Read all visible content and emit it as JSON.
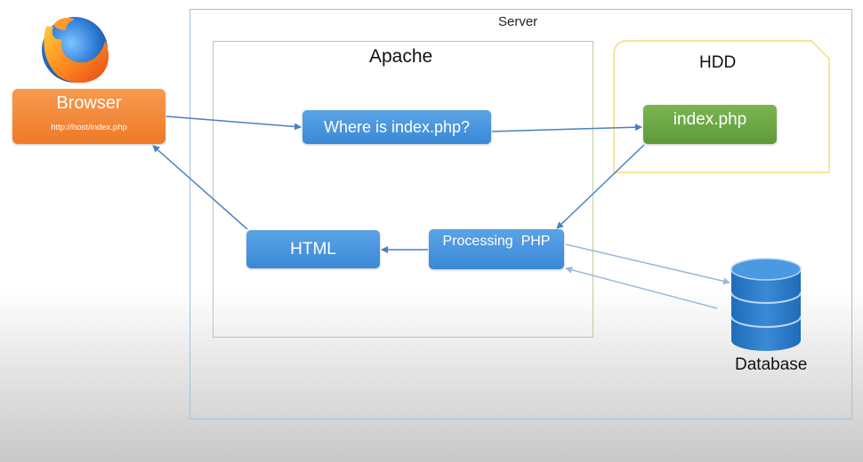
{
  "server": {
    "label": "Server"
  },
  "apache": {
    "label": "Apache"
  },
  "hdd": {
    "label": "HDD"
  },
  "browser": {
    "title": "Browser",
    "url": "http://host/index.php"
  },
  "nodes": {
    "where": "Where is index.php?",
    "index": "index.php",
    "processing": "Processing  PHP",
    "html": "HTML"
  },
  "database": {
    "label": "Database"
  },
  "colors": {
    "blue_box": "#4a96de",
    "green_box": "#6aa842",
    "browser_orange": "#f28434",
    "db_blue": "#2f7fcf",
    "arrow": "#4a7fc0",
    "hdd_border": "#f3dd7a"
  },
  "icons": {
    "browser_logo": "firefox-logo-icon",
    "database": "database-cylinder-icon"
  }
}
